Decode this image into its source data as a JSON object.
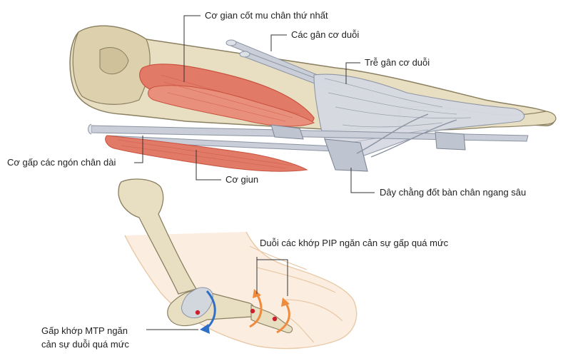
{
  "labels": {
    "first_dorsal_interosseous": "Cơ gian cốt mu chân thứ nhất",
    "extensor_tendons": "Các gân cơ duỗi",
    "extensor_hood": "Trễ gân cơ duỗi",
    "flexor_digitorum_longus": "Cơ gấp các ngón chân dài",
    "lumbrical": "Cơ giun",
    "deep_transverse_metatarsal_ligament": "Dây chằng đốt bàn chân ngang sâu",
    "pip_extension": "Duỗi các khớp PIP ngăn cản sự gấp quá mức",
    "mtp_flexion_line1": "Gấp khớp MTP ngăn",
    "mtp_flexion_line2": "cản sự duỗi quá mức"
  },
  "colors": {
    "bone": "#e8dfc2",
    "bone_outline": "#8a7f60",
    "muscle": "#e27a68",
    "muscle_dark": "#c9533f",
    "tendon": "#c9ced8",
    "tendon_outline": "#8b93a3",
    "leader": "#333333",
    "skin_outline": "#e8c9a8",
    "skin_fill": "#fbeee0",
    "arrow_blue": "#2f6fc7",
    "arrow_orange": "#f08a3c",
    "joint_dot": "#cc1f2b"
  }
}
